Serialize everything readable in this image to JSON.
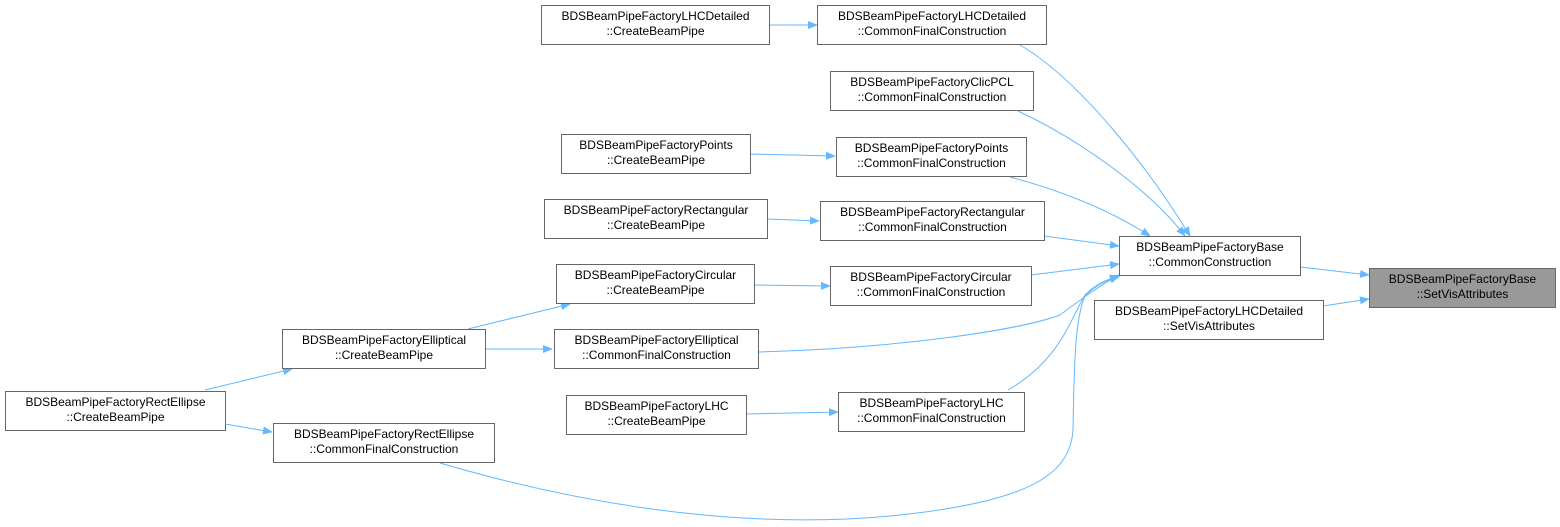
{
  "nodes": {
    "n1": {
      "line1": "BDSBeamPipeFactoryLHCDetailed",
      "line2": "::CreateBeamPipe"
    },
    "n2": {
      "line1": "BDSBeamPipeFactoryLHCDetailed",
      "line2": "::CommonFinalConstruction"
    },
    "n3": {
      "line1": "BDSBeamPipeFactoryClicPCL",
      "line2": "::CommonFinalConstruction"
    },
    "n4": {
      "line1": "BDSBeamPipeFactoryPoints",
      "line2": "::CreateBeamPipe"
    },
    "n5": {
      "line1": "BDSBeamPipeFactoryPoints",
      "line2": "::CommonFinalConstruction"
    },
    "n6": {
      "line1": "BDSBeamPipeFactoryRectangular",
      "line2": "::CreateBeamPipe"
    },
    "n7": {
      "line1": "BDSBeamPipeFactoryRectangular",
      "line2": "::CommonFinalConstruction"
    },
    "n8": {
      "line1": "BDSBeamPipeFactoryBase",
      "line2": "::CommonConstruction"
    },
    "n9": {
      "line1": "BDSBeamPipeFactoryBase",
      "line2": "::SetVisAttributes"
    },
    "n10": {
      "line1": "BDSBeamPipeFactoryLHCDetailed",
      "line2": "::SetVisAttributes"
    },
    "n11": {
      "line1": "BDSBeamPipeFactoryCircular",
      "line2": "::CreateBeamPipe"
    },
    "n12": {
      "line1": "BDSBeamPipeFactoryCircular",
      "line2": "::CommonFinalConstruction"
    },
    "n13": {
      "line1": "BDSBeamPipeFactoryElliptical",
      "line2": "::CreateBeamPipe"
    },
    "n14": {
      "line1": "BDSBeamPipeFactoryElliptical",
      "line2": "::CommonFinalConstruction"
    },
    "n15": {
      "line1": "BDSBeamPipeFactoryRectEllipse",
      "line2": "::CreateBeamPipe"
    },
    "n16": {
      "line1": "BDSBeamPipeFactoryLHC",
      "line2": "::CreateBeamPipe"
    },
    "n17": {
      "line1": "BDSBeamPipeFactoryLHC",
      "line2": "::CommonFinalConstruction"
    },
    "n18": {
      "line1": "BDSBeamPipeFactoryRectEllipse",
      "line2": "::CommonFinalConstruction"
    }
  },
  "edges": [
    [
      "n1",
      "n2"
    ],
    [
      "n2",
      "n8"
    ],
    [
      "n3",
      "n8"
    ],
    [
      "n4",
      "n5"
    ],
    [
      "n5",
      "n8"
    ],
    [
      "n6",
      "n7"
    ],
    [
      "n7",
      "n8"
    ],
    [
      "n8",
      "n9"
    ],
    [
      "n10",
      "n9"
    ],
    [
      "n11",
      "n12"
    ],
    [
      "n12",
      "n8"
    ],
    [
      "n13",
      "n11"
    ],
    [
      "n13",
      "n14"
    ],
    [
      "n14",
      "n8"
    ],
    [
      "n15",
      "n13"
    ],
    [
      "n15",
      "n18"
    ],
    [
      "n16",
      "n17"
    ],
    [
      "n17",
      "n8"
    ],
    [
      "n18",
      "n8"
    ]
  ],
  "colors": {
    "edge": "#63b8ff",
    "focus_fill": "#999999",
    "border": "#666666"
  }
}
